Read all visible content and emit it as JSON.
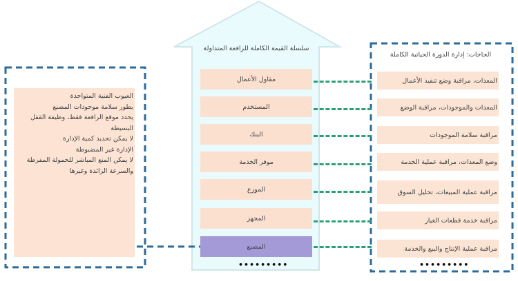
{
  "value_chain": {
    "title": "سلسلة القيمة الكاملة للرافعة المتداولة",
    "stages": [
      "مقاول الأعمال",
      "المستخدم",
      "البنك",
      "موفر الخدمة",
      "الموزع",
      "المجهز",
      "المصنع"
    ],
    "more": "•••••••••"
  },
  "needs": {
    "title": "الحاجات: إدارة الدورة الحياتية الكاملة",
    "items": [
      "المعدات، مراقبة وضع تنفيذ الأعمال",
      "المعدات والموجودات، مراقبة الوضع",
      "مراقبة سلامة الموجودات",
      "وضع المعدات، مراقبة عملية الخدمة",
      "مراقبة عملية المبيعات، تحليل السوق",
      "مراقبة خدمة قطعات الغيار",
      "مراقبة عملية الإنتاج والبيع والخدمة"
    ],
    "more": "•••••••••"
  },
  "defects": {
    "lines": [
      "العيوب الفنية المتواجدة",
      "يطور سلامة موجودات المصنع",
      "يحدد موقع الرافعة فقط، وظيفة القفل البسيطة",
      "لا يمكن تحديد كمية الإدارة",
      "الإدارة غير المضبوطة",
      "لا يمكن المنع المباشر للحمولة المفرطة والسرعة الزائدة وغيرها"
    ]
  }
}
